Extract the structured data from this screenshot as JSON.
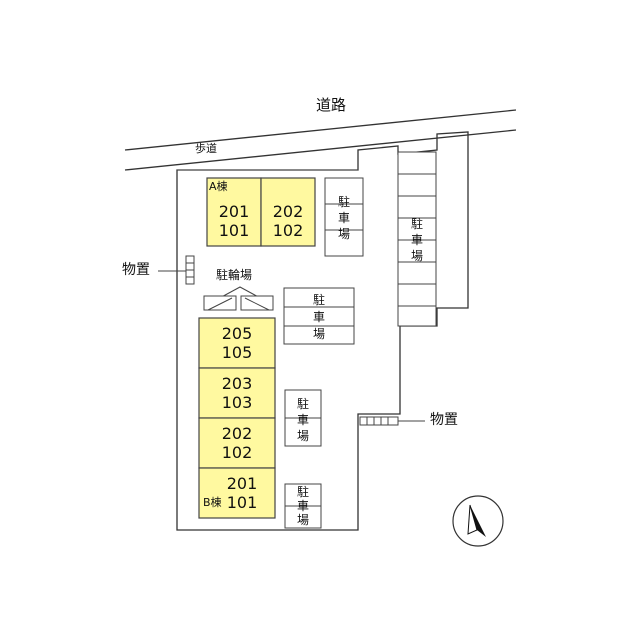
{
  "road": {
    "label": "道路"
  },
  "sidewalk": {
    "label": "歩道"
  },
  "storage": [
    {
      "label": "物置"
    },
    {
      "label": "物置"
    }
  ],
  "bicycle_parking": {
    "label": "駐輪場"
  },
  "building_a": {
    "name": "A棟",
    "units": [
      {
        "upper": "201",
        "lower": "101"
      },
      {
        "upper": "202",
        "lower": "102"
      }
    ]
  },
  "building_b": {
    "name": "B棟",
    "units": [
      {
        "upper": "205",
        "lower": "105"
      },
      {
        "upper": "203",
        "lower": "103"
      },
      {
        "upper": "202",
        "lower": "102"
      },
      {
        "upper": "201",
        "lower": "101"
      }
    ]
  },
  "parking": [
    {
      "label": "駐車場"
    },
    {
      "label": "駐車場"
    },
    {
      "label": "駐車場"
    },
    {
      "label": "駐車場"
    },
    {
      "label": "駐車場"
    }
  ],
  "compass": {
    "icon": "north-arrow-icon"
  }
}
